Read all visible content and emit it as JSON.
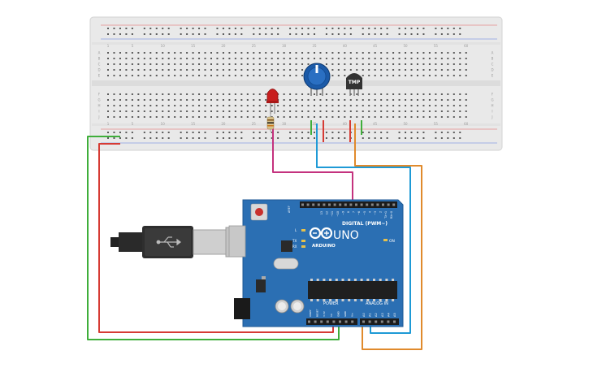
{
  "colors": {
    "board": "#2b6fb3",
    "board_dark": "#1f5a94",
    "breadboard": "#e9e9e9",
    "breadboard_edge": "#d3d3d3",
    "hole": "#5a5a5a",
    "wire_red": "#d63b34",
    "wire_green": "#3fae3a",
    "wire_magenta": "#c4327e",
    "wire_blue": "#1e9ad6",
    "wire_orange": "#e08a2c",
    "led": "#c81e1e",
    "potentiometer": "#1b5aa8",
    "sensor": "#333333"
  },
  "components": {
    "potentiometer": {
      "icon": "potentiometer-icon"
    },
    "temperature_sensor": {
      "label": "TMP"
    },
    "led": {
      "icon": "led-icon"
    },
    "resistor": {
      "icon": "resistor-icon"
    },
    "usb_cable": {
      "icon": "usb-icon"
    }
  },
  "arduino": {
    "model": "UNO",
    "brand": "ARDUINO",
    "digital_label": "DIGITAL (PWM~)",
    "analog_label": "ANALOG IN",
    "power_label": "POWER",
    "on_label": "ON",
    "l_label": "L",
    "tx_label": "TX",
    "rx_label": "RX",
    "aref_label": "AREF",
    "digital_pins": [
      "13",
      "12",
      "~11",
      "~10",
      "~9",
      "8",
      "7",
      "~6",
      "~5",
      "4",
      "~3",
      "2",
      "TX→1",
      "RX←0"
    ],
    "analog_pins": [
      "A0",
      "A1",
      "A2",
      "A3",
      "A4",
      "A5"
    ],
    "power_pins": [
      "IOREF",
      "RESET",
      "3.3V",
      "5V",
      "GND",
      "GND",
      "Vin"
    ]
  },
  "breadboard": {
    "column_numbers": [
      "1",
      "5",
      "10",
      "15",
      "20",
      "25",
      "30",
      "35",
      "40",
      "45",
      "50",
      "55",
      "60"
    ],
    "row_letters_top": [
      "A",
      "B",
      "C",
      "D",
      "E"
    ],
    "row_letters_bottom": [
      "F",
      "G",
      "H",
      "I",
      "J"
    ]
  }
}
